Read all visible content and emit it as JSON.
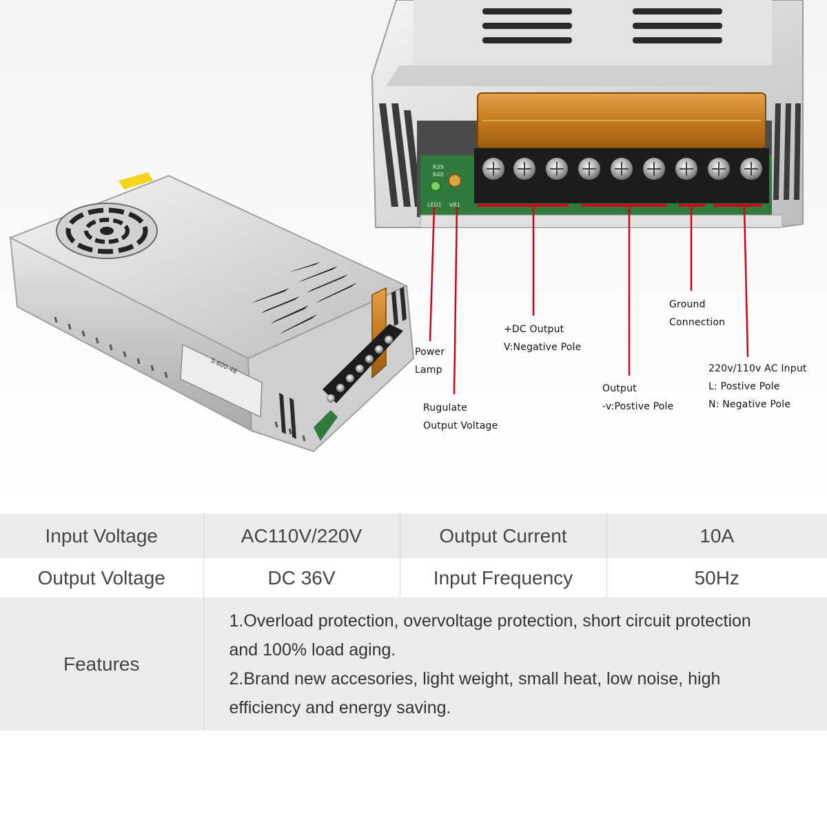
{
  "pinout_labels": {
    "power_lamp": [
      "Power",
      "Lamp"
    ],
    "dc_output_negative": [
      "+DC Output",
      "V:Negative Pole"
    ],
    "ground": [
      "Ground",
      "Connection"
    ],
    "output_positive": [
      "Output",
      "-v:Postive Pole"
    ],
    "ac_input": [
      "220v/110v   AC Input",
      "L: Postive Pole",
      "N: Negative Pole"
    ],
    "regulate": [
      "Rugulate",
      "Output  Voltage"
    ]
  },
  "device_markings": {
    "model_label": "S-600-48",
    "board_refs": [
      "R39",
      "R40",
      "LED1",
      "VR1"
    ]
  },
  "specs": {
    "input_voltage_label": "Input Voltage",
    "input_voltage_value": "AC110V/220V",
    "output_current_label": "Output Current",
    "output_current_value": "10A",
    "output_voltage_label": "Output Voltage",
    "output_voltage_value": "DC 36V",
    "input_frequency_label": "Input Frequency",
    "input_frequency_value": "50Hz",
    "features_label": "Features",
    "features": [
      "1.Overload protection, overvoltage protection, short circuit protection",
      "and 100% load aging.",
      "2.Brand new accesories, light weight, small heat, low noise, high",
      "efficiency and energy saving."
    ]
  },
  "colors": {
    "callout_red": "#d0021b",
    "terminal_cover": "#c8821e",
    "pcb_green": "#2f7a3c",
    "table_band": "#ececec"
  }
}
